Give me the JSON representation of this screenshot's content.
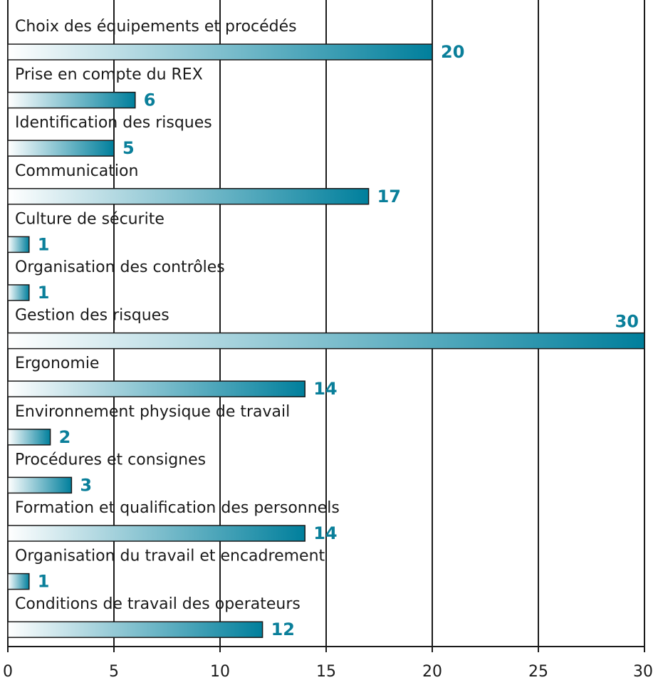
{
  "chart_data": {
    "type": "bar",
    "orientation": "horizontal",
    "categories": [
      "Choix des équipements et procédés",
      "Prise en compte du REX",
      "Identification des risques",
      "Communication",
      "Culture de sécurite",
      "Organisation des contrôles",
      "Gestion des risques",
      "Ergonomie",
      "Environnement physique de travail",
      "Procédures et consignes",
      "Formation et qualification des personnels",
      "Organisation du travail et encadrement",
      "Conditions de travail des operateurs"
    ],
    "values": [
      20,
      6,
      5,
      17,
      1,
      1,
      30,
      14,
      2,
      3,
      14,
      1,
      12
    ],
    "value_labels": [
      "20",
      "6",
      "5",
      "17",
      "1",
      "1",
      "30",
      "14",
      "2",
      "3",
      "14",
      "1",
      "12"
    ],
    "xlim": [
      0,
      30
    ],
    "x_ticks": [
      "0",
      "5",
      "10",
      "15",
      "20",
      "25",
      "30"
    ],
    "grid": "vertical",
    "colors": {
      "bar_start": "#ffffff",
      "bar_end": "#007f9c",
      "value_text": "#0a7f9a",
      "gridline": "#1a1a1a"
    }
  }
}
